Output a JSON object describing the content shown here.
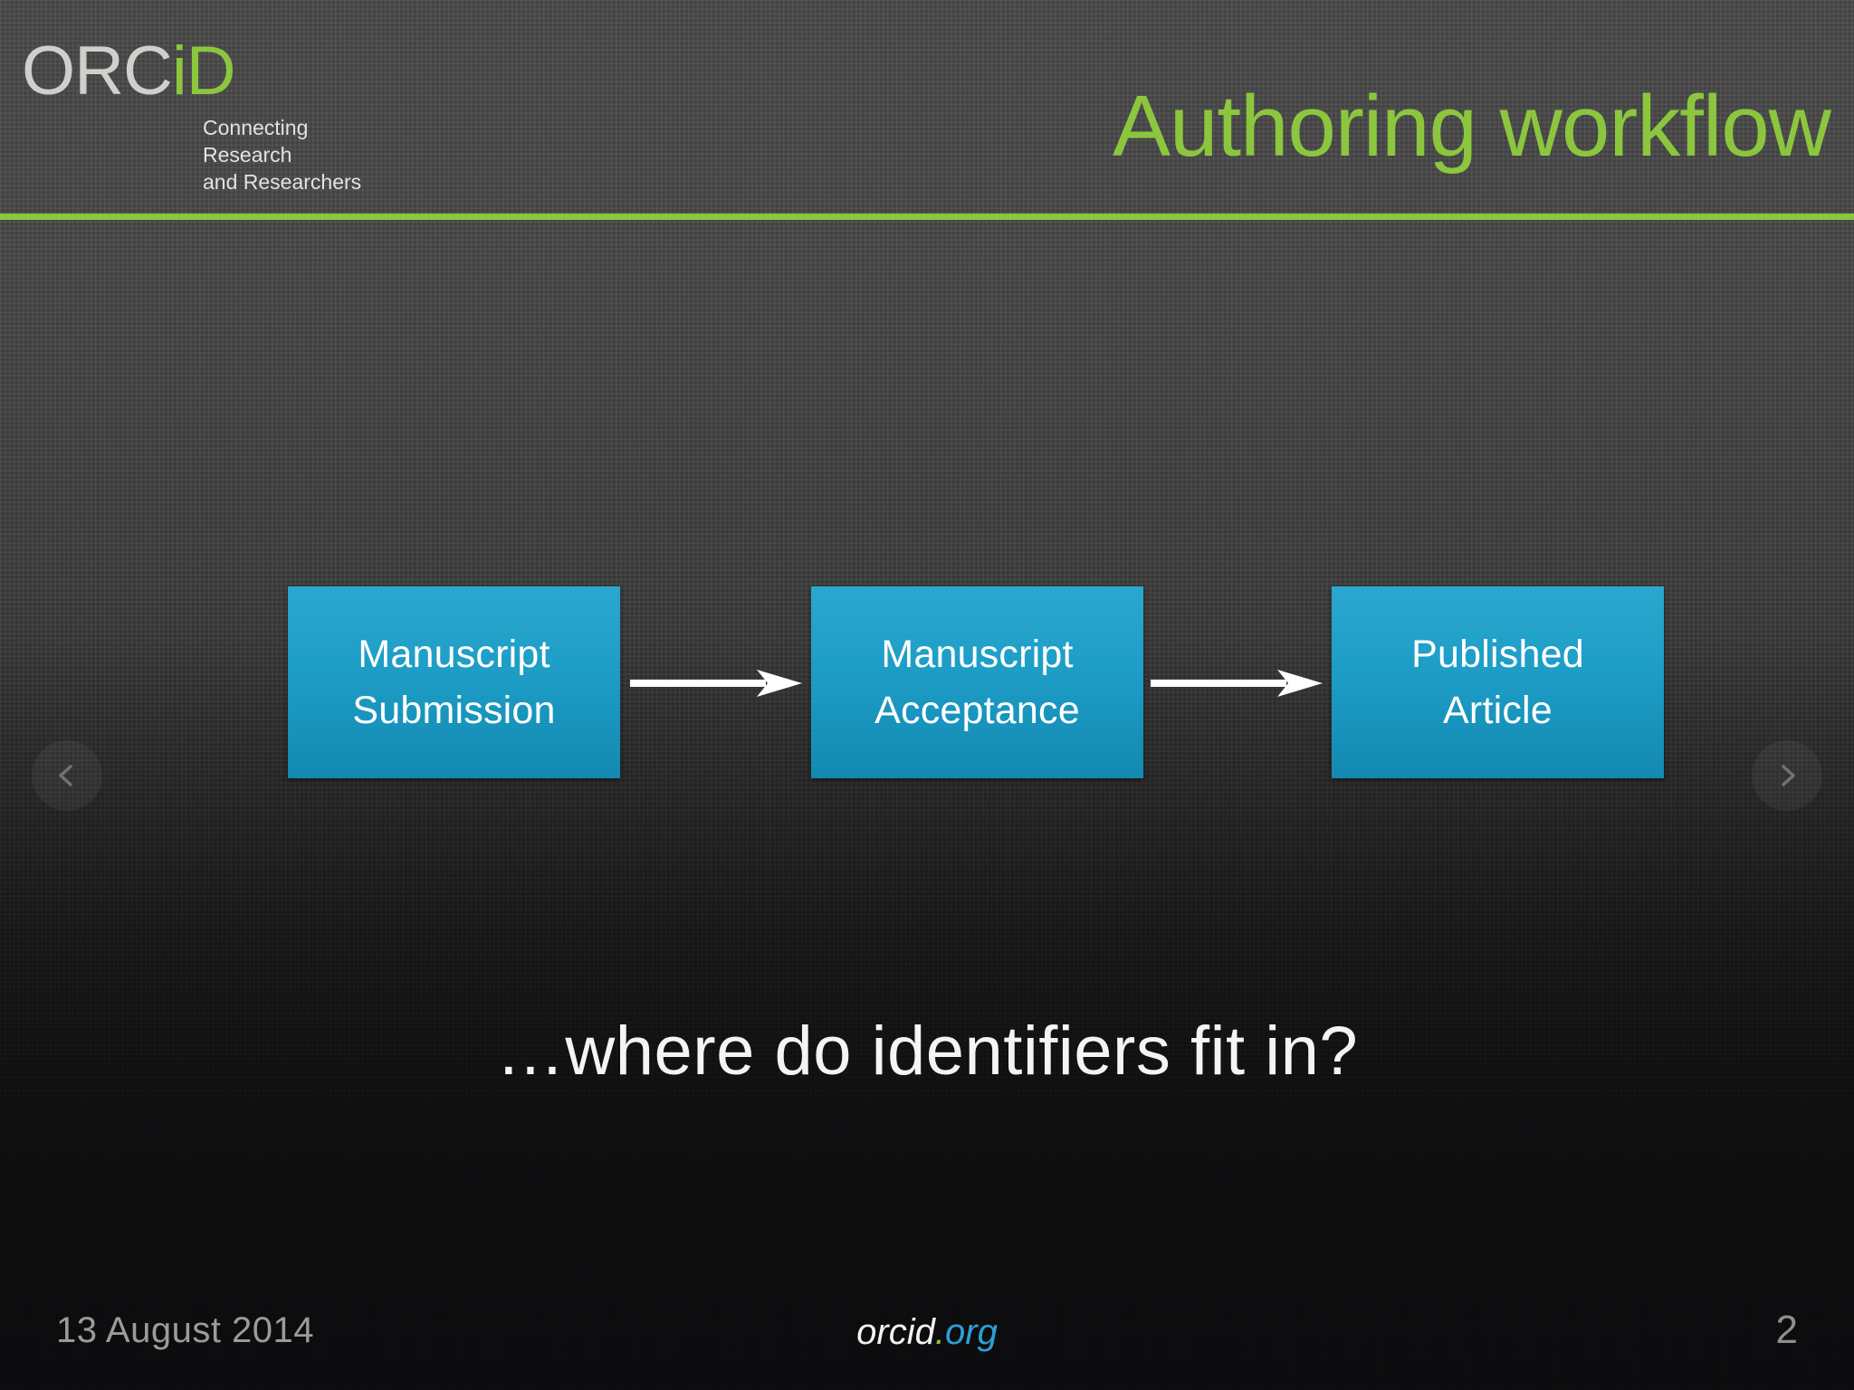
{
  "slide": {
    "accent_green": "#8CC63E",
    "accent_blue": "#1D9DC6",
    "background": "#3f3f3f"
  },
  "header": {
    "logo": {
      "wordmark_primary": "ORC",
      "wordmark_accent": "iD",
      "tagline": "Connecting Research\nand Researchers"
    },
    "title": "Authoring workflow"
  },
  "diagram": {
    "type": "flow",
    "boxes": [
      {
        "label": "Manuscript\nSubmission"
      },
      {
        "label": "Manuscript\nAcceptance"
      },
      {
        "label": "Published\nArticle"
      }
    ],
    "arrows": [
      {
        "from": "Manuscript Submission",
        "to": "Manuscript Acceptance"
      },
      {
        "from": "Manuscript Acceptance",
        "to": "Published Article"
      }
    ]
  },
  "body": {
    "subtitle": "…where do identifiers fit in?"
  },
  "navigation": {
    "prev_icon": "chevron-left-icon",
    "next_icon": "chevron-right-icon"
  },
  "footer": {
    "date": "13 August 2014",
    "url_name": "orcid",
    "url_dot": ".",
    "url_tld": "org",
    "page_number": "2"
  }
}
